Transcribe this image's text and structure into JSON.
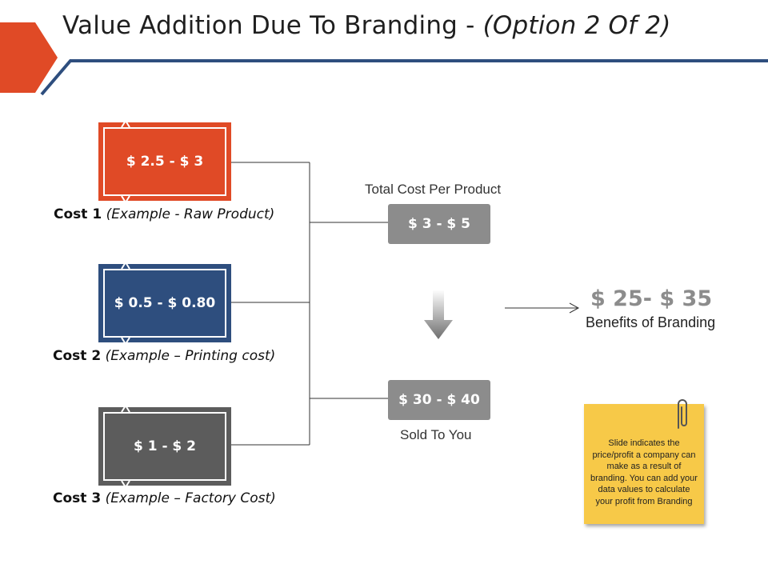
{
  "header": {
    "title_main": "Value Addition Due To Branding - ",
    "title_sub": "(Option 2 Of 2)"
  },
  "costs": [
    {
      "value": "$ 2.5 - $ 3",
      "name": "Cost 1",
      "description": "(Example - Raw Product)",
      "color": "#e04a26"
    },
    {
      "value": "$ 0.5 - $ 0.80",
      "name": "Cost 2",
      "description": "(Example – Printing cost)",
      "color": "#2e4e7e"
    },
    {
      "value": "$ 1 - $ 2",
      "name": "Cost 3",
      "description": "(Example – Factory Cost)",
      "color": "#5c5c5c"
    }
  ],
  "total_cost": {
    "caption": "Total Cost Per Product",
    "value": "$ 3 - $ 5"
  },
  "sold": {
    "caption": "Sold To You",
    "value": "$ 30 - $ 40"
  },
  "benefit": {
    "value": "$ 25- $ 35",
    "label": "Benefits of Branding"
  },
  "note": {
    "text": "Slide indicates the price/profit a company can make as a result of branding. You can add your data values to calculate your profit from Branding",
    "color": "#f7c948"
  },
  "colors": {
    "accent_orange": "#e04a26",
    "accent_navy": "#2e4e7e",
    "gray_box": "#8c8c8c",
    "connector": "#333333"
  }
}
